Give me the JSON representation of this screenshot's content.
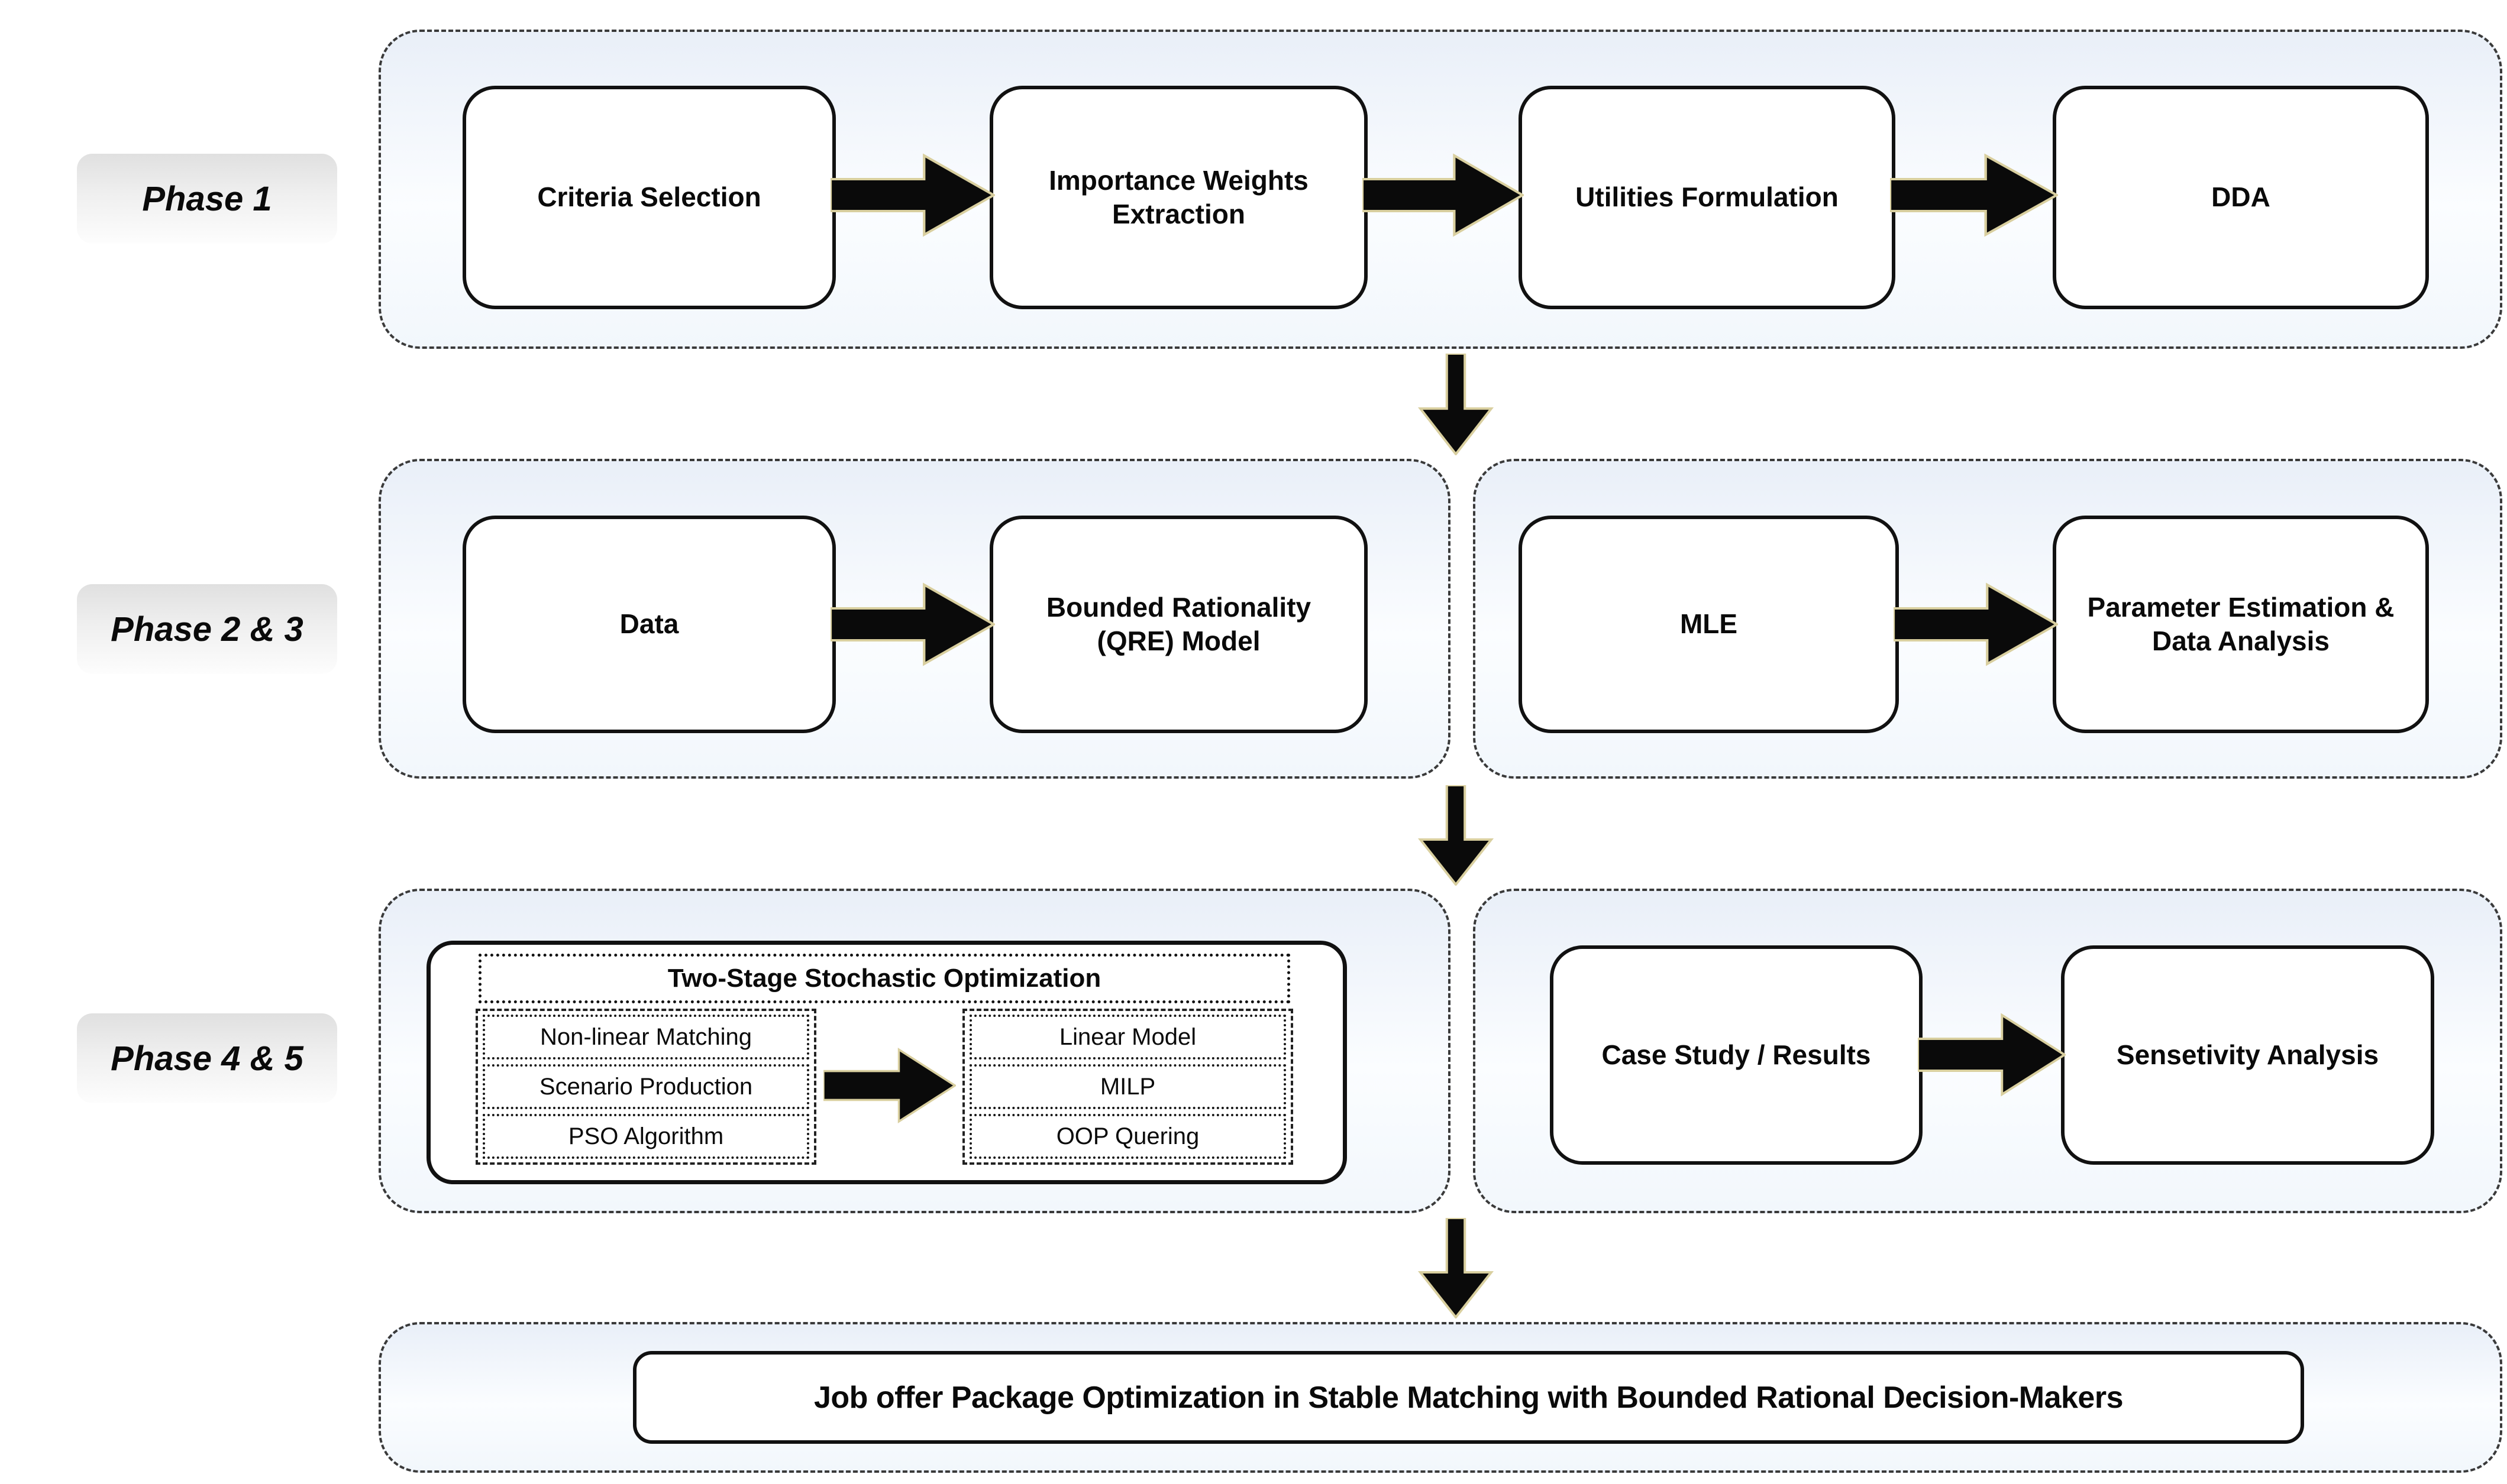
{
  "phase1": {
    "label": "Phase 1",
    "boxes": {
      "criteria": "Criteria Selection",
      "weights": "Importance Weights Extraction",
      "utilities": "Utilities Formulation",
      "dda": "DDA"
    }
  },
  "phase23": {
    "label": "Phase 2 & 3",
    "left": {
      "data": "Data",
      "qre": "Bounded Rationality (QRE) Model"
    },
    "right": {
      "mle": "MLE",
      "param": "Parameter Estimation & Data Analysis"
    }
  },
  "phase45": {
    "label": "Phase 4 & 5",
    "two_stage": {
      "title": "Two-Stage Stochastic Optimization",
      "left_items": [
        "Non-linear Matching",
        "Scenario Production",
        "PSO Algorithm"
      ],
      "right_items": [
        "Linear Model",
        "MILP",
        "OOP Quering"
      ]
    },
    "results": {
      "case_study": "Case Study / Results",
      "sensitivity": "Sensetivity Analysis"
    }
  },
  "final": {
    "title": "Job offer Package Optimization in Stable Matching with Bounded Rational Decision-Makers"
  },
  "colors": {
    "arrow_fill": "#0a0a0a",
    "arrow_edge": "#d9cf9f",
    "container_fill_top": "#e9eff8",
    "box_border": "#111111"
  }
}
